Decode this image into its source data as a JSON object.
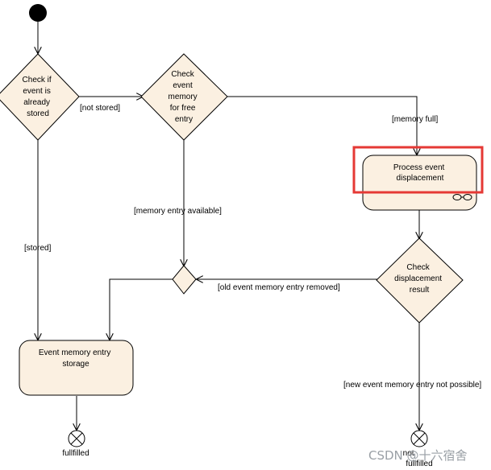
{
  "diagram": {
    "nodes": {
      "start": {},
      "check_stored": {
        "lines": [
          "Check if",
          "event is",
          "already",
          "stored"
        ]
      },
      "check_free": {
        "lines": [
          "Check",
          "event",
          "memory",
          "for free",
          "entry"
        ]
      },
      "process_displacement": {
        "lines": [
          "Process event",
          "displacement"
        ]
      },
      "check_result": {
        "lines": [
          "Check",
          "displacement",
          "result"
        ]
      },
      "merge": {},
      "storage": {
        "lines": [
          "Event memory entry",
          "storage"
        ]
      },
      "end_fulfilled": {
        "label": "fullfilled"
      },
      "end_not_fulfilled": {
        "lines": [
          "not",
          "fullfilled"
        ]
      }
    },
    "edge_labels": {
      "not_stored": "[not stored]",
      "memory_full": "[memory full]",
      "memory_entry_available": "[memory entry available]",
      "stored": "[stored]",
      "old_event_removed": "[old event memory entry removed]",
      "new_event_not_possible": "[new event memory entry not possible]"
    },
    "watermark": "CSDN @十六宿舍"
  },
  "colors": {
    "node_fill": "#fbf0e1",
    "stroke": "#000000",
    "highlight": "#e53935",
    "watermark": "#9aa0a6"
  }
}
